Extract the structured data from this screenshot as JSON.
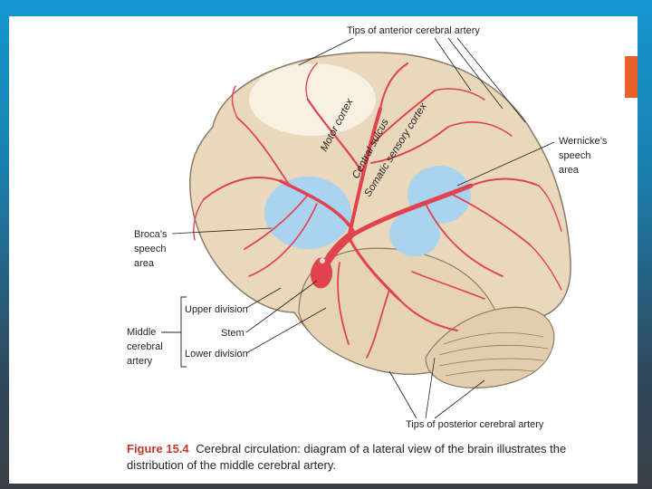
{
  "figure": {
    "labels": {
      "tips_anterior": "Tips of anterior cerebral artery",
      "motor_cortex": "Motor cortex",
      "central_sulcus": "Central sulcus",
      "somatic_sensory_cortex": "Somatic sensory cortex",
      "wernicke": [
        "Wernicke’s",
        "speech",
        "area"
      ],
      "broca": [
        "Broca’s",
        "speech",
        "area"
      ],
      "upper_division": "Upper division",
      "stem": "Stem",
      "lower_division": "Lower division",
      "middle_cerebral_artery": [
        "Middle",
        "cerebral",
        "artery"
      ],
      "tips_posterior": "Tips of posterior cerebral artery"
    },
    "colors": {
      "brain": "#e9d8bc",
      "brain_outline": "#8a7a63",
      "artery": "#e0424e",
      "speech_area": "#a9d3ee",
      "orange_tab": "#e8622a"
    }
  },
  "caption": {
    "figure_number": "Figure 15.4",
    "text": "Cerebral circulation: diagram of a lateral view of the brain illustrates the distribution of the middle cerebral artery."
  }
}
